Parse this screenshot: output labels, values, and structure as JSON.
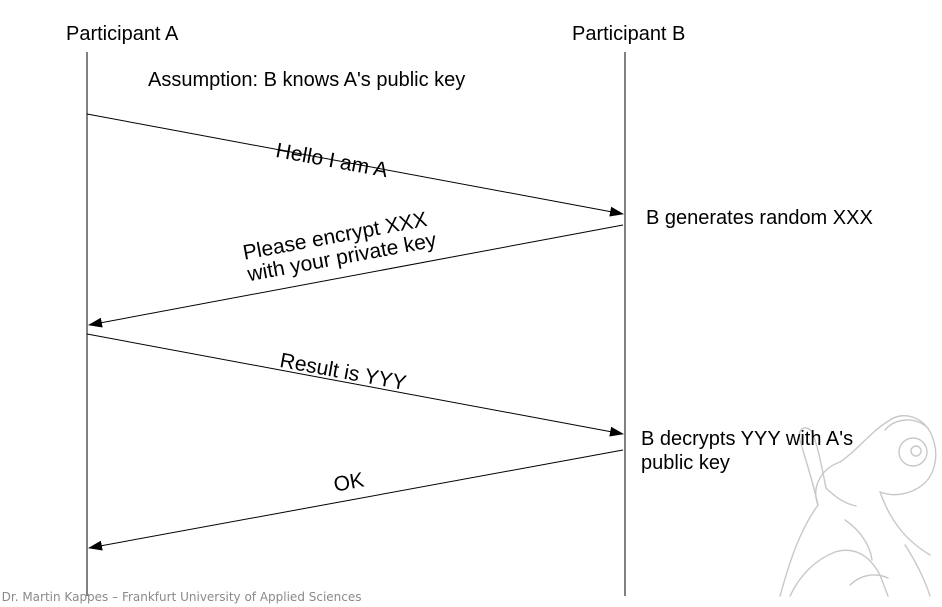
{
  "participants": {
    "a": "Participant A",
    "b": "Participant B"
  },
  "assumption": "Assumption: B knows A's public key",
  "messages": {
    "m1": "Hello I am  A",
    "m2_line1": "Please encrypt XXX",
    "m2_line2": "with your private key",
    "m3": "Result is YYY",
    "m4": "OK"
  },
  "notes": {
    "b_generates": "B generates random XXX",
    "b_decrypts_line1": "B decrypts YYY with A's",
    "b_decrypts_line2": "public key"
  },
  "footer": ". Dr. Martin Kappes – Frankfurt University of Applied Sciences",
  "mascot_icon": "cartoon-bird-mascot-watermark"
}
